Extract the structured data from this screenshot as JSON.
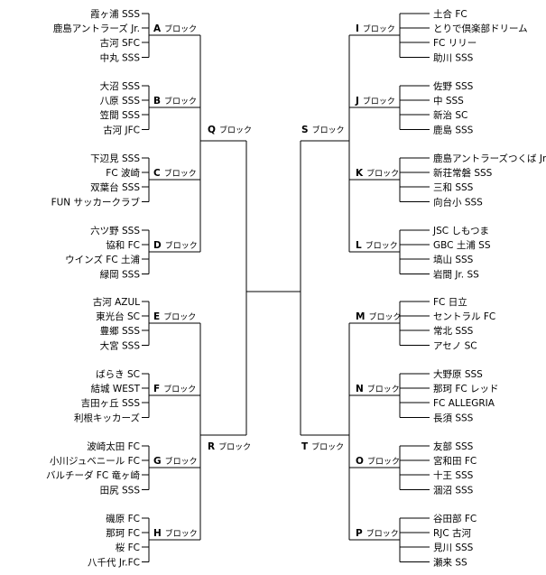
{
  "block_suffix": "ブロック",
  "left_groups": [
    {
      "letter": "A",
      "teams": [
        "霞ヶ浦 SSS",
        "鹿島アントラーズ Jr.",
        "古河 SFC",
        "中丸 SSS"
      ]
    },
    {
      "letter": "B",
      "teams": [
        "大沼 SSS",
        "八原 SSS",
        "笠間 SSS",
        "古河 JFC"
      ]
    },
    {
      "letter": "C",
      "teams": [
        "下辺見 SSS",
        "FC 波崎",
        "双葉台 SSS",
        "FUN サッカークラブ"
      ]
    },
    {
      "letter": "D",
      "teams": [
        "六ツ野 SSS",
        "協和 FC",
        "ウインズ FC 土浦",
        "緑岡 SSS"
      ]
    },
    {
      "letter": "E",
      "teams": [
        "古河 AZUL",
        "東光台 SC",
        "豊郷 SSS",
        "大宮 SSS"
      ]
    },
    {
      "letter": "F",
      "teams": [
        "ばらき SC",
        "結城 WEST",
        "吉田ヶ丘 SSS",
        "利根キッカーズ"
      ]
    },
    {
      "letter": "G",
      "teams": [
        "波崎太田 FC",
        "小川ジュベニール FC",
        "バルチーダ FC 竜ヶ崎",
        "田尻 SSS"
      ]
    },
    {
      "letter": "H",
      "teams": [
        "磯原 FC",
        "那珂 FC",
        "桜 FC",
        "八千代 Jr.FC"
      ]
    }
  ],
  "right_groups": [
    {
      "letter": "I",
      "teams": [
        "土合 FC",
        "とりで倶楽部ドリーム",
        "FC リリー",
        "助川 SSS"
      ]
    },
    {
      "letter": "J",
      "teams": [
        "佐野 SSS",
        "中 SSS",
        "新治 SC",
        "鹿島 SSS"
      ]
    },
    {
      "letter": "K",
      "teams": [
        "鹿島アントラーズつくば Jr",
        "新荘常磐 SSS",
        "三和 SSS",
        "向台小 SSS"
      ]
    },
    {
      "letter": "L",
      "teams": [
        "JSC しもつま",
        "GBC 土浦 SS",
        "塙山 SSS",
        "岩間 Jr. SS"
      ]
    },
    {
      "letter": "M",
      "teams": [
        "FC 日立",
        "セントラル FC",
        "常北 SSS",
        "アセノ SC"
      ]
    },
    {
      "letter": "N",
      "teams": [
        "大野原 SSS",
        "那珂 FC レッド",
        "FC ALLEGRIA",
        "長須 SSS"
      ]
    },
    {
      "letter": "O",
      "teams": [
        "友部 SSS",
        "宮和田 FC",
        "十王 SSS",
        "涸沼 SSS"
      ]
    },
    {
      "letter": "P",
      "teams": [
        "谷田部 FC",
        "RJC 古河",
        "見川 SSS",
        "瀬来 SS"
      ]
    }
  ],
  "semi_blocks": [
    {
      "letter": "Q",
      "side": "left"
    },
    {
      "letter": "R",
      "side": "left"
    },
    {
      "letter": "S",
      "side": "right"
    },
    {
      "letter": "T",
      "side": "right"
    }
  ]
}
